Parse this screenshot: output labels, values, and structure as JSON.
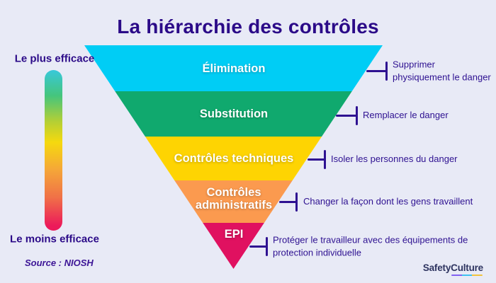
{
  "title": "La hiérarchie des contrôles",
  "scale": {
    "top_label": "Le plus efficace",
    "bottom_label": "Le moins efficace",
    "gradient_colors": [
      "#38c8da",
      "#45c57c",
      "#f5d90e",
      "#f5a738",
      "#ec1a5a"
    ]
  },
  "levels": [
    {
      "label": "Élimination",
      "color": "#00cdf5",
      "annotation": "Supprimer\nphysiquement le danger"
    },
    {
      "label": "Substitution",
      "color": "#10a96e",
      "annotation": "Remplacer le danger"
    },
    {
      "label": "Contrôles techniques",
      "color": "#fed402",
      "annotation": "Isoler les personnes du danger"
    },
    {
      "label": "Contrôles administratifs",
      "color": "#fb9a4f",
      "annotation": "Changer la façon dont les gens travaillent"
    },
    {
      "label": "EPI",
      "color": "#e01160",
      "annotation": "Protéger le travailleur avec des équipements de\nprotection individuelle"
    }
  ],
  "source": "Source : NIOSH",
  "logo": {
    "part1": "Safety",
    "part2": "Culture",
    "underline_colors": [
      "#8161f2",
      "#3fc1f0",
      "#f0c33c"
    ]
  },
  "colors": {
    "background": "#e8eaf6",
    "title_text": "#2b0a88",
    "annotation_text": "#2e1191",
    "connector": "#2e1191",
    "logo_text": "#2e3460"
  }
}
